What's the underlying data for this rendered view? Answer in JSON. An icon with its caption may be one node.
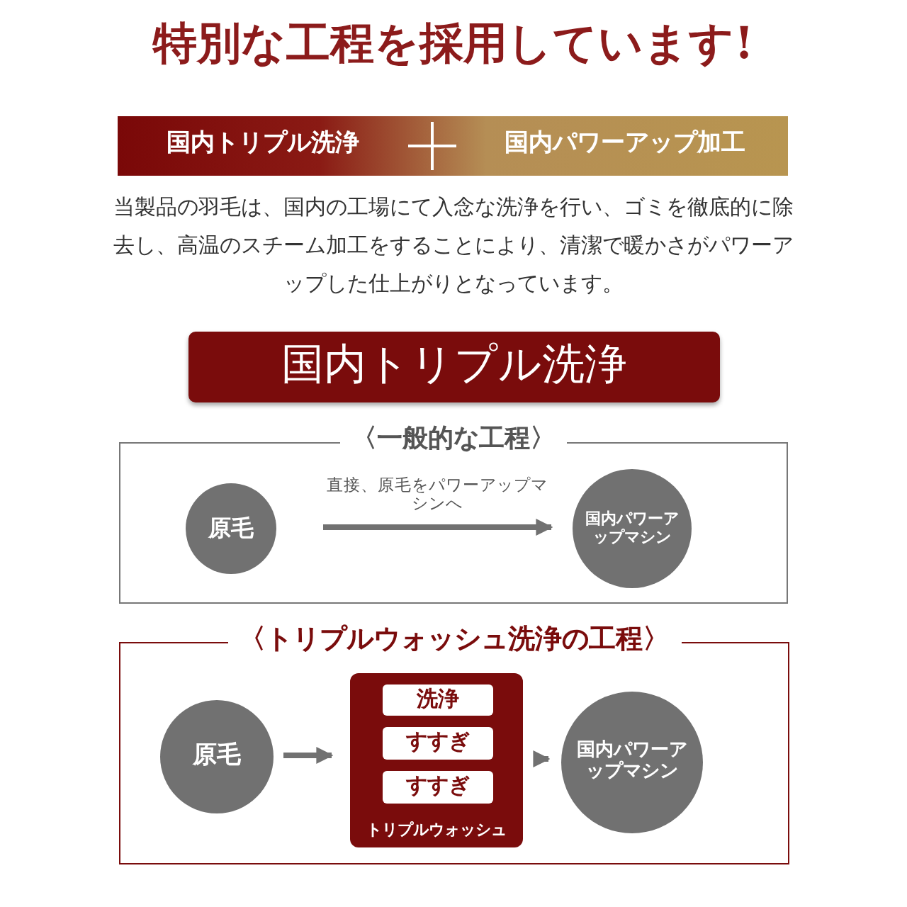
{
  "diagram": {
    "title": "特別な工程を採用しています!",
    "nodes": [
      {
        "text": [
          "国内トリプル洗浄",
          "国内パワーアップ加工"
        ]
      },
      {
        "text": [
          "国内トリプル洗浄"
        ]
      },
      {
        "text": [
          "〈一般的な工程〉"
        ]
      },
      {
        "text": [
          "原毛"
        ],
        "in": 2
      },
      {
        "text": [
          "国内パワーアップマシン"
        ],
        "in": 2
      },
      {
        "text": [
          "〈トリプルウォッシュ洗浄の工程〉"
        ]
      },
      {
        "text": [
          "原毛"
        ],
        "in": 5
      },
      {
        "text": [
          "トリプルウォッシュ"
        ],
        "in": 5
      },
      {
        "text": [
          "洗浄"
        ],
        "in": 7
      },
      {
        "text": [
          "すすぎ"
        ],
        "in": 7
      },
      {
        "text": [
          "すすぎ"
        ],
        "in": 7
      },
      {
        "text": [
          "国内パワーアップマシン"
        ],
        "in": 5
      }
    ],
    "edges": [
      {
        "from": 3,
        "to": 4,
        "arrow": "to",
        "label": "直接、原毛をパワーアップマシンへ"
      },
      {
        "from": 6,
        "to": 7,
        "arrow": "to"
      },
      {
        "from": 7,
        "to": 11,
        "arrow": "to"
      }
    ],
    "labels": [
      "当製品の羽毛は、国内の工場にて入念な洗浄を行い、ゴミを徹底的に除去し、高温のスチーム加工をすることにより、清潔で暖かさがパワーアップした仕上がりとなっています。"
    ]
  }
}
